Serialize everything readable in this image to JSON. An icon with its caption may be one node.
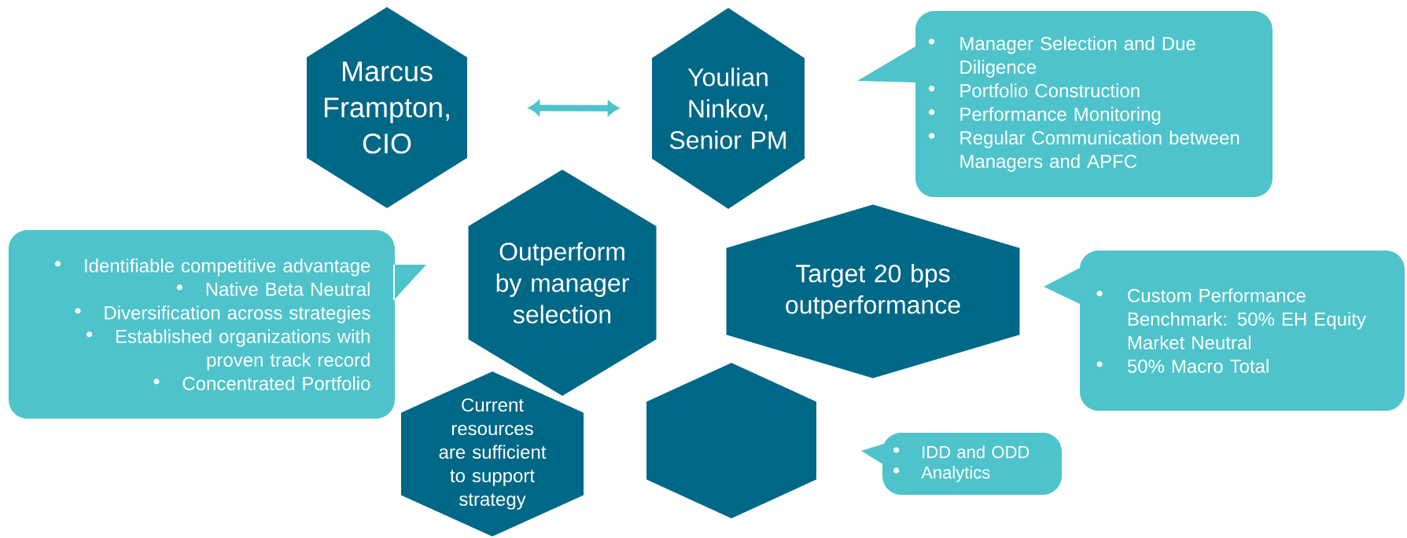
{
  "diagram": {
    "nodes": [
      {
        "text": [
          "Marcus Frampton, CIO"
        ]
      },
      {
        "text": [
          "Youlian Ninkov, Senior PM"
        ]
      },
      {
        "text": [
          "Manager Selection and Due Diligence",
          "Portfolio Construction",
          "Performance Monitoring",
          "Regular Communication between Managers and APFC"
        ]
      },
      {
        "text": [
          "Identifiable competitive advantage",
          "Native Beta Neutral",
          "Diversification across strategies",
          "Established organizations with proven track record",
          "Concentrated Portfolio"
        ]
      },
      {
        "text": [
          "Outperform by manager selection"
        ]
      },
      {
        "text": [
          "Target 20 bps outperformance"
        ]
      },
      {
        "text": [
          "Custom Performance Benchmark: 50% EH Equity Market Neutral",
          "50% Macro Total"
        ]
      },
      {
        "text": [
          "Current resources are sufficient to support strategy"
        ]
      },
      {
        "text": [],
        "shape": "hexagon"
      },
      {
        "text": [
          "IDD and ODD",
          "Analytics"
        ]
      }
    ],
    "edges": [
      {
        "from": 0,
        "to": 1,
        "arrow": "both"
      }
    ]
  }
}
